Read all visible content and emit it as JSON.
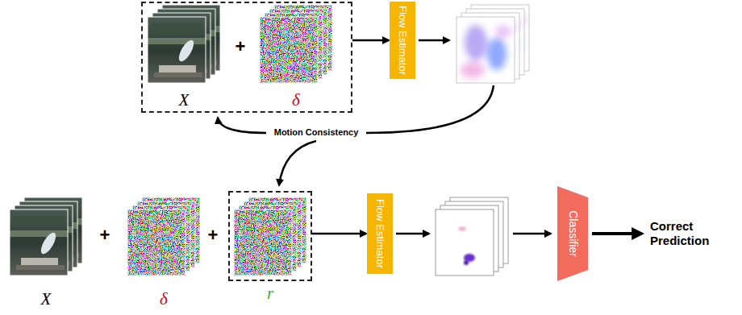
{
  "diagram": {
    "nodes": [
      {
        "text": [
          "+"
        ]
      },
      {
        "text": [
          "X"
        ],
        "in": 0
      },
      {
        "text": [
          "δ"
        ],
        "in": 0
      },
      {
        "text": [
          "Flow Estimator"
        ]
      },
      {
        "text": [
          "X"
        ]
      },
      {
        "text": [
          "δ"
        ]
      },
      {
        "text": [
          "r"
        ]
      },
      {
        "text": [
          "Flow Estimator"
        ]
      },
      {
        "text": [
          "Classifier"
        ]
      }
    ],
    "edges": [
      {
        "from": 0,
        "to": 3,
        "arrow": "to"
      },
      {
        "from": 6,
        "to": 7,
        "arrow": "to"
      }
    ],
    "labels": [
      "Motion Consistency",
      "+",
      "+",
      "Correct Prediction"
    ]
  }
}
